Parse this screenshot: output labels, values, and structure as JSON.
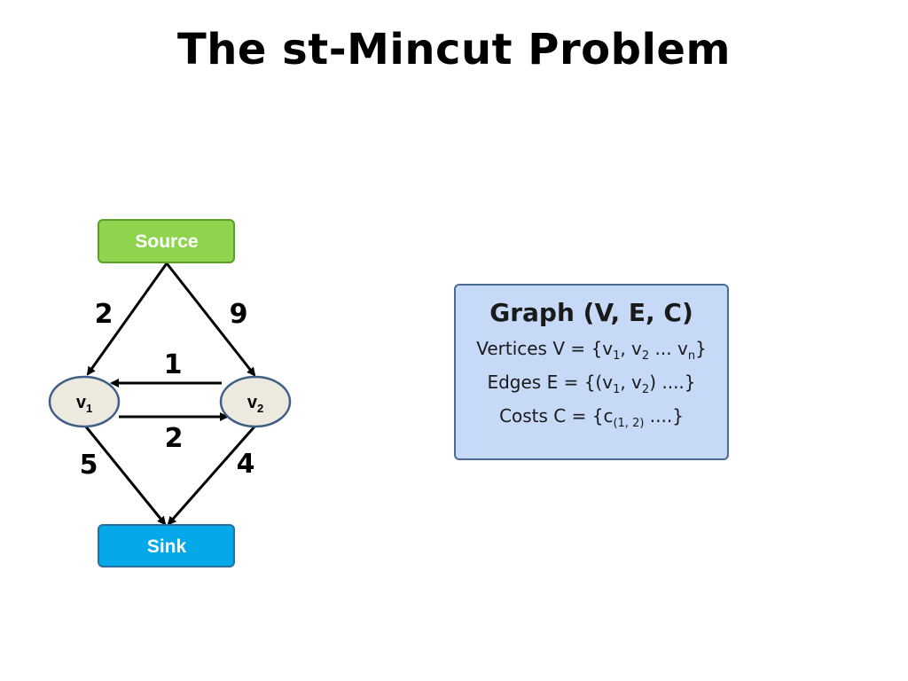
{
  "title": "The st-Mincut Problem",
  "colors": {
    "source_fill": "#8ed54d",
    "source_border": "#5a9f2a",
    "sink_fill": "#05a8e8",
    "sink_border": "#2b6f9b",
    "vertex_fill": "#eceadf",
    "vertex_border": "#3f5f86",
    "edge": "#000000",
    "box_fill": "#c6d9f7",
    "box_border": "#4a6b94"
  },
  "graph": {
    "nodes": {
      "source": "Source",
      "sink": "Sink",
      "v1": {
        "base": "v",
        "sub": "1"
      },
      "v2": {
        "base": "v",
        "sub": "2"
      }
    },
    "edges": [
      {
        "from": "Source",
        "to": "v1",
        "weight": "2"
      },
      {
        "from": "Source",
        "to": "v2",
        "weight": "9"
      },
      {
        "from": "v2",
        "to": "v1",
        "weight": "1"
      },
      {
        "from": "v1",
        "to": "v2",
        "weight": "2"
      },
      {
        "from": "v1",
        "to": "Sink",
        "weight": "5"
      },
      {
        "from": "v2",
        "to": "Sink",
        "weight": "4"
      }
    ]
  },
  "info_box": {
    "title": "Graph (V, E, C)",
    "vertices": {
      "prefix": "Vertices V = {v",
      "sub1": "1",
      "mid1": ", v",
      "sub2": "2",
      "mid2": " ... v",
      "subn": "n",
      "suffix": "}"
    },
    "edges": {
      "prefix": "Edges E = {(v",
      "sub1": "1",
      "mid": ", v",
      "sub2": "2",
      "suffix": ") ....}"
    },
    "costs": {
      "prefix": "Costs C = {c",
      "sub": "(1, 2)",
      "suffix": " ....}"
    }
  }
}
